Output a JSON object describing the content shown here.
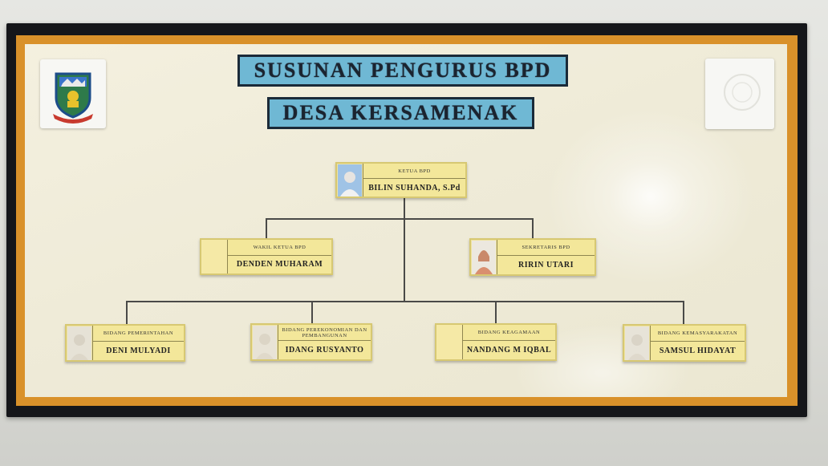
{
  "board": {
    "title_line1": "SUSUNAN PENGURUS BPD",
    "title_line2": "DESA KERSAMENAK"
  },
  "org_chart": {
    "ketua": {
      "role": "KETUA BPD",
      "name": "BILIN SUHANDA, S.Pd"
    },
    "wakil": {
      "role": "WAKIL KETUA BPD",
      "name": "DENDEN MUHARAM"
    },
    "sekretaris": {
      "role": "SEKRETARIS BPD",
      "name": "RIRIN UTARI"
    },
    "bidang": [
      {
        "role": "BIDANG PEMERINTAHAN",
        "name": "DENI MULYADI"
      },
      {
        "role": "BIDANG PEREKONOMIAN DAN PEMBANGUNAN",
        "name": "IDANG RUSYANTO"
      },
      {
        "role": "BIDANG KEAGAMAAN",
        "name": "NANDANG M IQBAL"
      },
      {
        "role": "BIDANG KEMASYARAKATAN",
        "name": "SAMSUL HIDAYAT"
      }
    ]
  },
  "colors": {
    "title_bg": "#6fb8d4",
    "card_bg": "#f3e79a",
    "frame": "#15161a",
    "frame_trim": "#d9912a"
  }
}
